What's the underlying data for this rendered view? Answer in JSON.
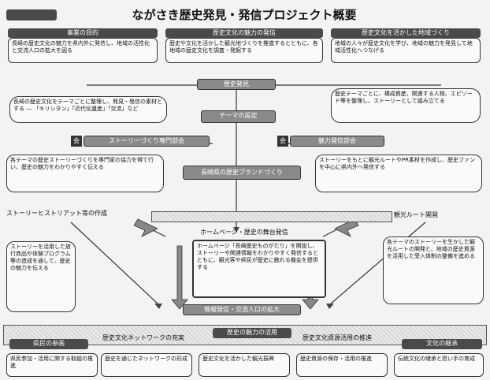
{
  "header": {
    "logo_text": "",
    "title": "ながさき歴史発見・発信プロジェクト概要"
  },
  "top_sections": [
    {
      "title": "事業の目的",
      "body": "長崎の歴史文化の魅力を県内外に発信し、地域の活性化と交流人口の拡大を図る"
    },
    {
      "title": "歴史文化の魅力の発信",
      "body": "歴史や文化を活かした観光地づくりを推進するとともに、各地域の歴史文化を調査・発掘する"
    },
    {
      "title": "歴史文化を活かした地域づくり",
      "body": "地域の人々が歴史文化を学び、地域の魅力を発見して地域活性化へつなげる"
    }
  ],
  "center_top_label": "歴史発見",
  "center_box": "テーマの設定",
  "center_main": "長崎県の歴史ブランドづくり",
  "left_note": "長崎の歴史文化をテーマごとに整理し、発見・発信の素材とする ― 「キリシタン」「近代化遺産」「交流」など",
  "right_note": "歴史テーマごとに、構成資産、関連する人物、エピソード等を整理し、ストーリーとして組み立てる",
  "story_team": {
    "icon": "会",
    "label": "ストーリーづくり専門部会"
  },
  "dev_team": {
    "icon": "会",
    "label": "魅力発信部会"
  },
  "left_mid_note": "各テーマの歴史ストーリーづくりを専門家の協力を得て行い、歴史の魅力をわかりやすく伝える",
  "right_mid_note": "ストーリーをもとに観光ルートやPR素材を作成し、歴史ファンを中心に県内外へ発信する",
  "bottom_left_label": "ストーリーヒストリアット等の作成",
  "bottom_right_label": "観光ルート開発",
  "bottom_center_label": "ホームページ・歴史の舞台発信",
  "center_frame_text": "ホームページ「長崎歴史ものがたり」を開設し、ストーリーや関連情報をわかりやすく発信するとともに、観光客や県民が歴史に触れる機会を提供する",
  "left_side_note": "ストーリーを活用した旅行商品や体験プログラム等の造成を通して、歴史の魅力を伝える",
  "right_side_note": "各テーマのストーリーを生かした観光ルートの開発と、地域の歴史資源を活用した受入体制の整備を進める",
  "footer_center": "情報発信・交流人口の拡大",
  "bottom_banner": {
    "left": "県民の参画",
    "center_left": "歴史文化ネットワークの充実",
    "center": "歴史の魅力の活用",
    "center_right": "歴史文化資源活用の推進",
    "right": "文化の継承"
  },
  "bottom_cols": [
    "県民参加・活用に関する取組の推進",
    "歴史を通じたネットワークの形成",
    "歴史文化を活かした観光振興",
    "歴史資源の保存・活用の推進",
    "伝統文化の継承と担い手の育成"
  ],
  "colors": {
    "dark": "#4a4a4a",
    "mid": "#8a8a8a",
    "bg": "#f3f3f3"
  }
}
